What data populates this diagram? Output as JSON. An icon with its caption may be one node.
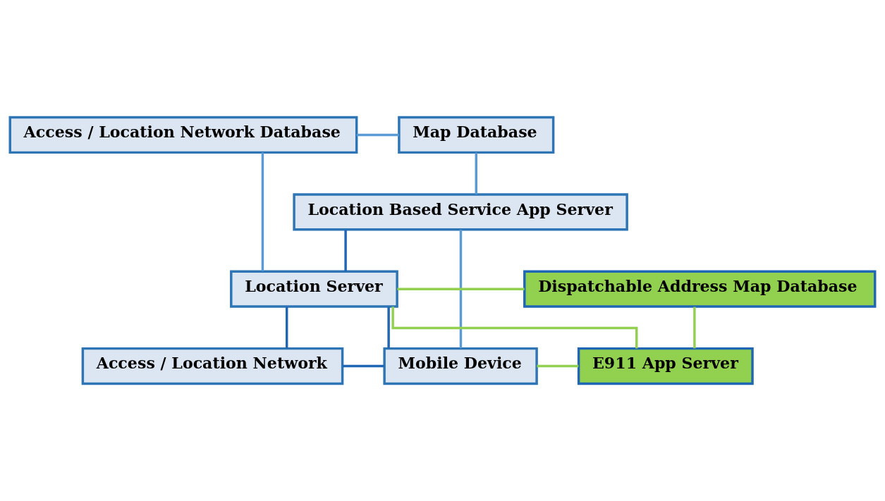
{
  "diagram": {
    "nodes": [
      {
        "text": [
          "Access / Location Network Database"
        ]
      },
      {
        "text": [
          "Map Database"
        ]
      },
      {
        "text": [
          "Location Based Service App Server"
        ]
      },
      {
        "text": [
          "Dispatchable Address Map Database"
        ]
      },
      {
        "text": [
          "Location Server"
        ]
      },
      {
        "text": [
          "Access / Location Network"
        ]
      },
      {
        "text": [
          "E911 App Server"
        ]
      },
      {
        "text": [
          "Mobile Device"
        ]
      }
    ],
    "edges": [
      {
        "from": 0,
        "to": 1,
        "arrow": "none",
        "color": "#5b9bd5"
      },
      {
        "from": 1,
        "to": 2,
        "arrow": "none",
        "color": "#5b9bd5"
      },
      {
        "from": 0,
        "to": 4,
        "arrow": "none",
        "color": "#5b9bd5"
      },
      {
        "from": 2,
        "to": 4,
        "arrow": "none",
        "color": "#1f67b4"
      },
      {
        "from": 4,
        "to": 5,
        "arrow": "none",
        "color": "#1f67b4"
      },
      {
        "from": 4,
        "to": 3,
        "arrow": "none",
        "color": "#92d050"
      },
      {
        "from": 4,
        "to": 6,
        "arrow": "none",
        "color": "#92d050"
      },
      {
        "from": 3,
        "to": 6,
        "arrow": "none",
        "color": "#92d050"
      },
      {
        "from": 4,
        "to": 7,
        "arrow": "none",
        "color": "#1f67b4"
      },
      {
        "from": 7,
        "to": 6,
        "arrow": "none",
        "color": "#92d050"
      },
      {
        "from": 5,
        "to": 7,
        "arrow": "none",
        "color": "#1f67b4"
      },
      {
        "from": 2,
        "to": 7,
        "arrow": "none",
        "color": "#5b9bd5"
      }
    ]
  }
}
